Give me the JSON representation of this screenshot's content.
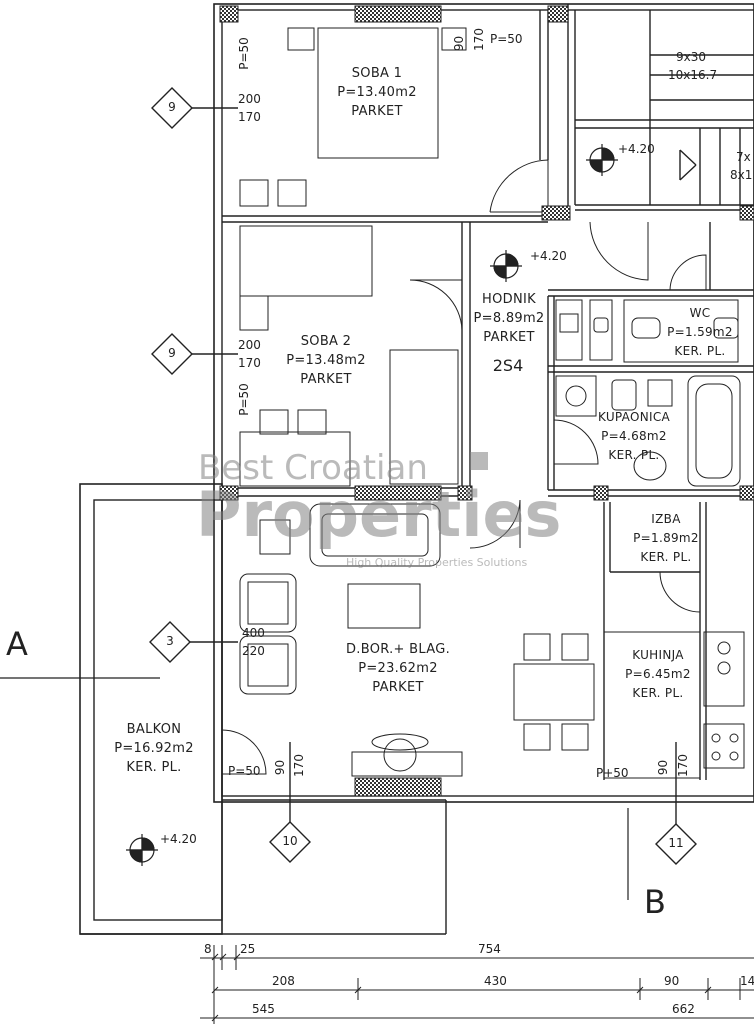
{
  "rooms": {
    "soba1": {
      "name": "SOBA 1",
      "area": "P=13.40m2",
      "floor": "PARKET"
    },
    "soba2": {
      "name": "SOBA 2",
      "area": "P=13.48m2",
      "floor": "PARKET"
    },
    "hodnik": {
      "name": "HODNIK",
      "area": "P=8.89m2",
      "floor": "PARKET"
    },
    "wc": {
      "name": "WC",
      "area": "P=1.59m2",
      "floor": "KER. PL."
    },
    "kupaonica": {
      "name": "KUPAONICA",
      "area": "P=4.68m2",
      "floor": "KER. PL."
    },
    "izba": {
      "name": "IZBA",
      "area": "P=1.89m2",
      "floor": "KER. PL."
    },
    "dnevni": {
      "name": "D.BOR.+ BLAG.",
      "area": "P=23.62m2",
      "floor": "PARKET"
    },
    "kuhinja": {
      "name": "KUHINJA",
      "area": "P=6.45m2",
      "floor": "KER. PL."
    },
    "balkon": {
      "name": "BALKON",
      "area": "P=16.92m2",
      "floor": "KER. PL."
    }
  },
  "unit_code": "2S4",
  "levels": {
    "l1": "+4.20",
    "l2": "+4.20",
    "l3": "+4.20"
  },
  "window_markers": {
    "m1": "9",
    "m2": "9",
    "m3": "3",
    "m4": "10",
    "m5": "11"
  },
  "window_dims": {
    "w1_top": "200",
    "w1_bot": "170",
    "w2_top": "200",
    "w2_bot": "170",
    "w3_top": "400",
    "w3_bot": "220",
    "v1a": "90",
    "v1b": "170",
    "v2a": "90",
    "v2b": "170",
    "v3a": "90",
    "v3b": "170"
  },
  "parapet_labels": {
    "p1": "P=50",
    "p2": "P=50",
    "p3": "P=50",
    "p4": "P=50",
    "p5": "P+50"
  },
  "stair_labels": {
    "s1": "9x30",
    "s2": "10x16.7",
    "s3": "7x",
    "s4": "8x1"
  },
  "section_marks": {
    "a": "A",
    "b": "B"
  },
  "dimensions": {
    "row1": [
      "8",
      "25",
      "754"
    ],
    "row2": [
      "208",
      "430",
      "90",
      "14"
    ],
    "row3": [
      "545",
      "662"
    ]
  },
  "watermark": {
    "line1": "Best Croatian",
    "line2": "Properties",
    "line3": "High Quality Properties Solutions"
  }
}
